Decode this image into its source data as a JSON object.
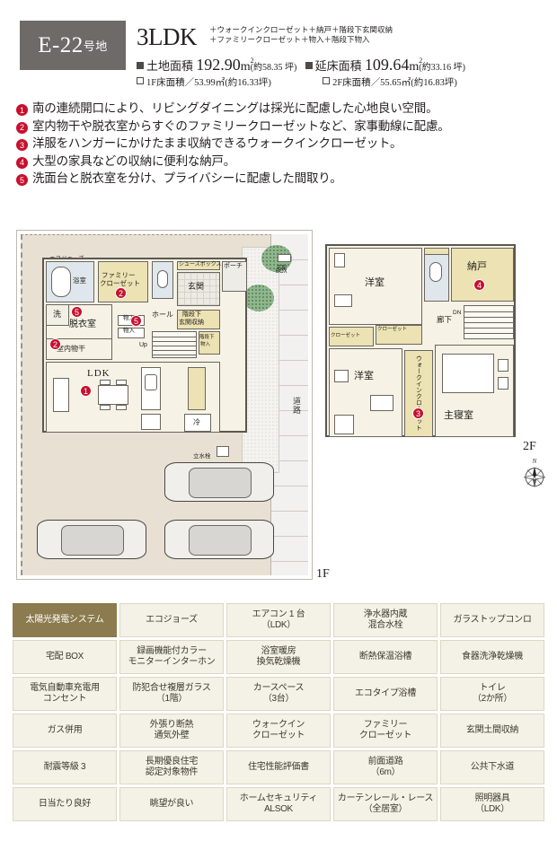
{
  "header": {
    "lot_number_main": "E-22",
    "lot_number_suffix": "号地",
    "plan_type": "3LDK",
    "plan_extra_line1": "＋ウォークインクローゼット＋納戸＋階段下玄関収納",
    "plan_extra_line2": "＋ファミリークローゼット＋物入＋階段下物入",
    "land_area_label": "土地面積",
    "land_area_value": "192.90",
    "land_area_unit": "m",
    "land_area_tsubo": "(約58.35 坪)",
    "total_floor_label": "延床面積",
    "total_floor_value": "109.64",
    "total_floor_unit": "m",
    "total_floor_tsubo": "(約33.16 坪)",
    "f1_area_label": "1F床面積",
    "f1_area_value": "／53.99㎡(約16.33坪)",
    "f2_area_label": "2F床面積",
    "f2_area_value": "／55.65㎡(約16.83坪)"
  },
  "features": [
    {
      "num": "❶",
      "text": "南の連続開口により、リビングダイニングは採光に配慮した心地良い空間。"
    },
    {
      "num": "❷",
      "text": "室内物干や脱衣室からすぐのファミリークローゼットなど、家事動線に配慮。"
    },
    {
      "num": "❸",
      "text": "洋服をハンガーにかけたまま収納できるウォークインクローゼット。"
    },
    {
      "num": "❹",
      "text": "大型の家具などの収納に便利な納戸。"
    },
    {
      "num": "❺",
      "text": "洗面台と脱衣室を分け、プライバシーに配慮した間取り。"
    }
  ],
  "floorplan": {
    "floor1_tag": "1F",
    "floor2_tag": "2F",
    "compass_north": "N",
    "road_label": "道路",
    "eco_label": "エコジョーズ",
    "faucet_label": "立水栓",
    "delivery_box_label_1": "宅配",
    "delivery_box_label_2": "BOX",
    "rooms_1f": [
      {
        "name": "浴室"
      },
      {
        "name": "洗"
      },
      {
        "name": "脱衣室"
      },
      {
        "name": "室内物干"
      },
      {
        "name": "ファミリー<br>クローゼット"
      },
      {
        "name": "シューズボックス"
      },
      {
        "name": "玄関"
      },
      {
        "name": "ポーチ"
      },
      {
        "name": "ホール"
      },
      {
        "name": "階段下<br>玄関収納"
      },
      {
        "name": "階段下<br>物入"
      },
      {
        "name": "物入"
      },
      {
        "name": "物入"
      },
      {
        "name": "LDK"
      },
      {
        "name": "冷"
      },
      {
        "name": "Up"
      }
    ],
    "labels_1f": {
      "bath": "浴室",
      "wash": "洗",
      "changing": "脱衣室",
      "indoor_dry": "室内物干",
      "family_closet": "ファミリー",
      "family_closet2": "クローゼット",
      "shoes_box": "シューズボックス",
      "entrance": "玄関",
      "porch": "ポーチ",
      "hall": "ホール",
      "under_stair_entry1": "階段下",
      "under_stair_entry2": "玄関収納",
      "under_stair_storage1": "階段下",
      "under_stair_storage2": "物入",
      "storage1": "物入",
      "storage2": "物入",
      "ldk": "LDK",
      "fridge": "冷",
      "up": "Up"
    },
    "labels_2f": {
      "western_room_top": "洋室",
      "western_room_bottom": "洋室",
      "storeroom": "納戸",
      "corridor": "廊下",
      "closet_left": "クローゼット",
      "closet_right": "クローゼット",
      "walk_in_closet": "ウォークインクローゼット",
      "master_bedroom": "主寝室",
      "down": "DN"
    },
    "markers_1f": [
      "❶",
      "❷",
      "❷",
      "❺",
      "❺"
    ],
    "markers_2f": [
      "❸",
      "❹"
    ]
  },
  "spec_table": {
    "rows": [
      [
        {
          "lines": [
            "太陽光発電システム"
          ],
          "highlight": true
        },
        {
          "lines": [
            "エコジョーズ"
          ],
          "highlight": false
        },
        {
          "lines": [
            "エアコン 1 台",
            "（LDK）"
          ],
          "highlight": false
        },
        {
          "lines": [
            "浄水器内蔵",
            "混合水栓"
          ],
          "highlight": false
        },
        {
          "lines": [
            "ガラストップコンロ"
          ],
          "highlight": false
        }
      ],
      [
        {
          "lines": [
            "宅配 BOX"
          ],
          "highlight": false
        },
        {
          "lines": [
            "録画機能付カラー",
            "モニターインターホン"
          ],
          "highlight": false
        },
        {
          "lines": [
            "浴室暖房",
            "換気乾燥機"
          ],
          "highlight": false
        },
        {
          "lines": [
            "断熱保温浴槽"
          ],
          "highlight": false
        },
        {
          "lines": [
            "食器洗浄乾燥機"
          ],
          "highlight": false
        }
      ],
      [
        {
          "lines": [
            "電気自動車充電用",
            "コンセント"
          ],
          "highlight": false
        },
        {
          "lines": [
            "防犯合せ複層ガラス",
            "（1階）"
          ],
          "highlight": false
        },
        {
          "lines": [
            "カースペース",
            "（3台）"
          ],
          "highlight": false
        },
        {
          "lines": [
            "エコタイプ浴槽"
          ],
          "highlight": false
        },
        {
          "lines": [
            "トイレ",
            "（2か所）"
          ],
          "highlight": false
        }
      ],
      [
        {
          "lines": [
            "ガス併用"
          ],
          "highlight": false
        },
        {
          "lines": [
            "外張り断熱",
            "通気外壁"
          ],
          "highlight": false
        },
        {
          "lines": [
            "ウォークイン",
            "クローゼット"
          ],
          "highlight": false
        },
        {
          "lines": [
            "ファミリー",
            "クローゼット"
          ],
          "highlight": false
        },
        {
          "lines": [
            "玄関土間収納"
          ],
          "highlight": false
        }
      ],
      [
        {
          "lines": [
            "耐震等級 3"
          ],
          "highlight": false
        },
        {
          "lines": [
            "長期優良住宅",
            "認定対象物件"
          ],
          "highlight": false
        },
        {
          "lines": [
            "住宅性能評価書"
          ],
          "highlight": false
        },
        {
          "lines": [
            "前面道路",
            "（6m）"
          ],
          "highlight": false
        },
        {
          "lines": [
            "公共下水道"
          ],
          "highlight": false
        }
      ],
      [
        {
          "lines": [
            "日当たり良好"
          ],
          "highlight": false
        },
        {
          "lines": [
            "眺望が良い"
          ],
          "highlight": false
        },
        {
          "lines": [
            "ホームセキュリティ",
            "ALSOK"
          ],
          "highlight": false
        },
        {
          "lines": [
            "カーテンレール・レース",
            "（全居室）"
          ],
          "highlight": false
        },
        {
          "lines": [
            "照明器具",
            "（LDK）"
          ],
          "highlight": false
        }
      ]
    ]
  },
  "colors": {
    "accent_red": "#c8102e",
    "badge_gray": "#6d6a68",
    "closet_yellow": "#ece2b3",
    "room_cream": "#f6f2e6",
    "land_beige": "#e8e0d2",
    "spec_cell": "#f4f1e6",
    "spec_highlight": "#8b7b4e"
  }
}
